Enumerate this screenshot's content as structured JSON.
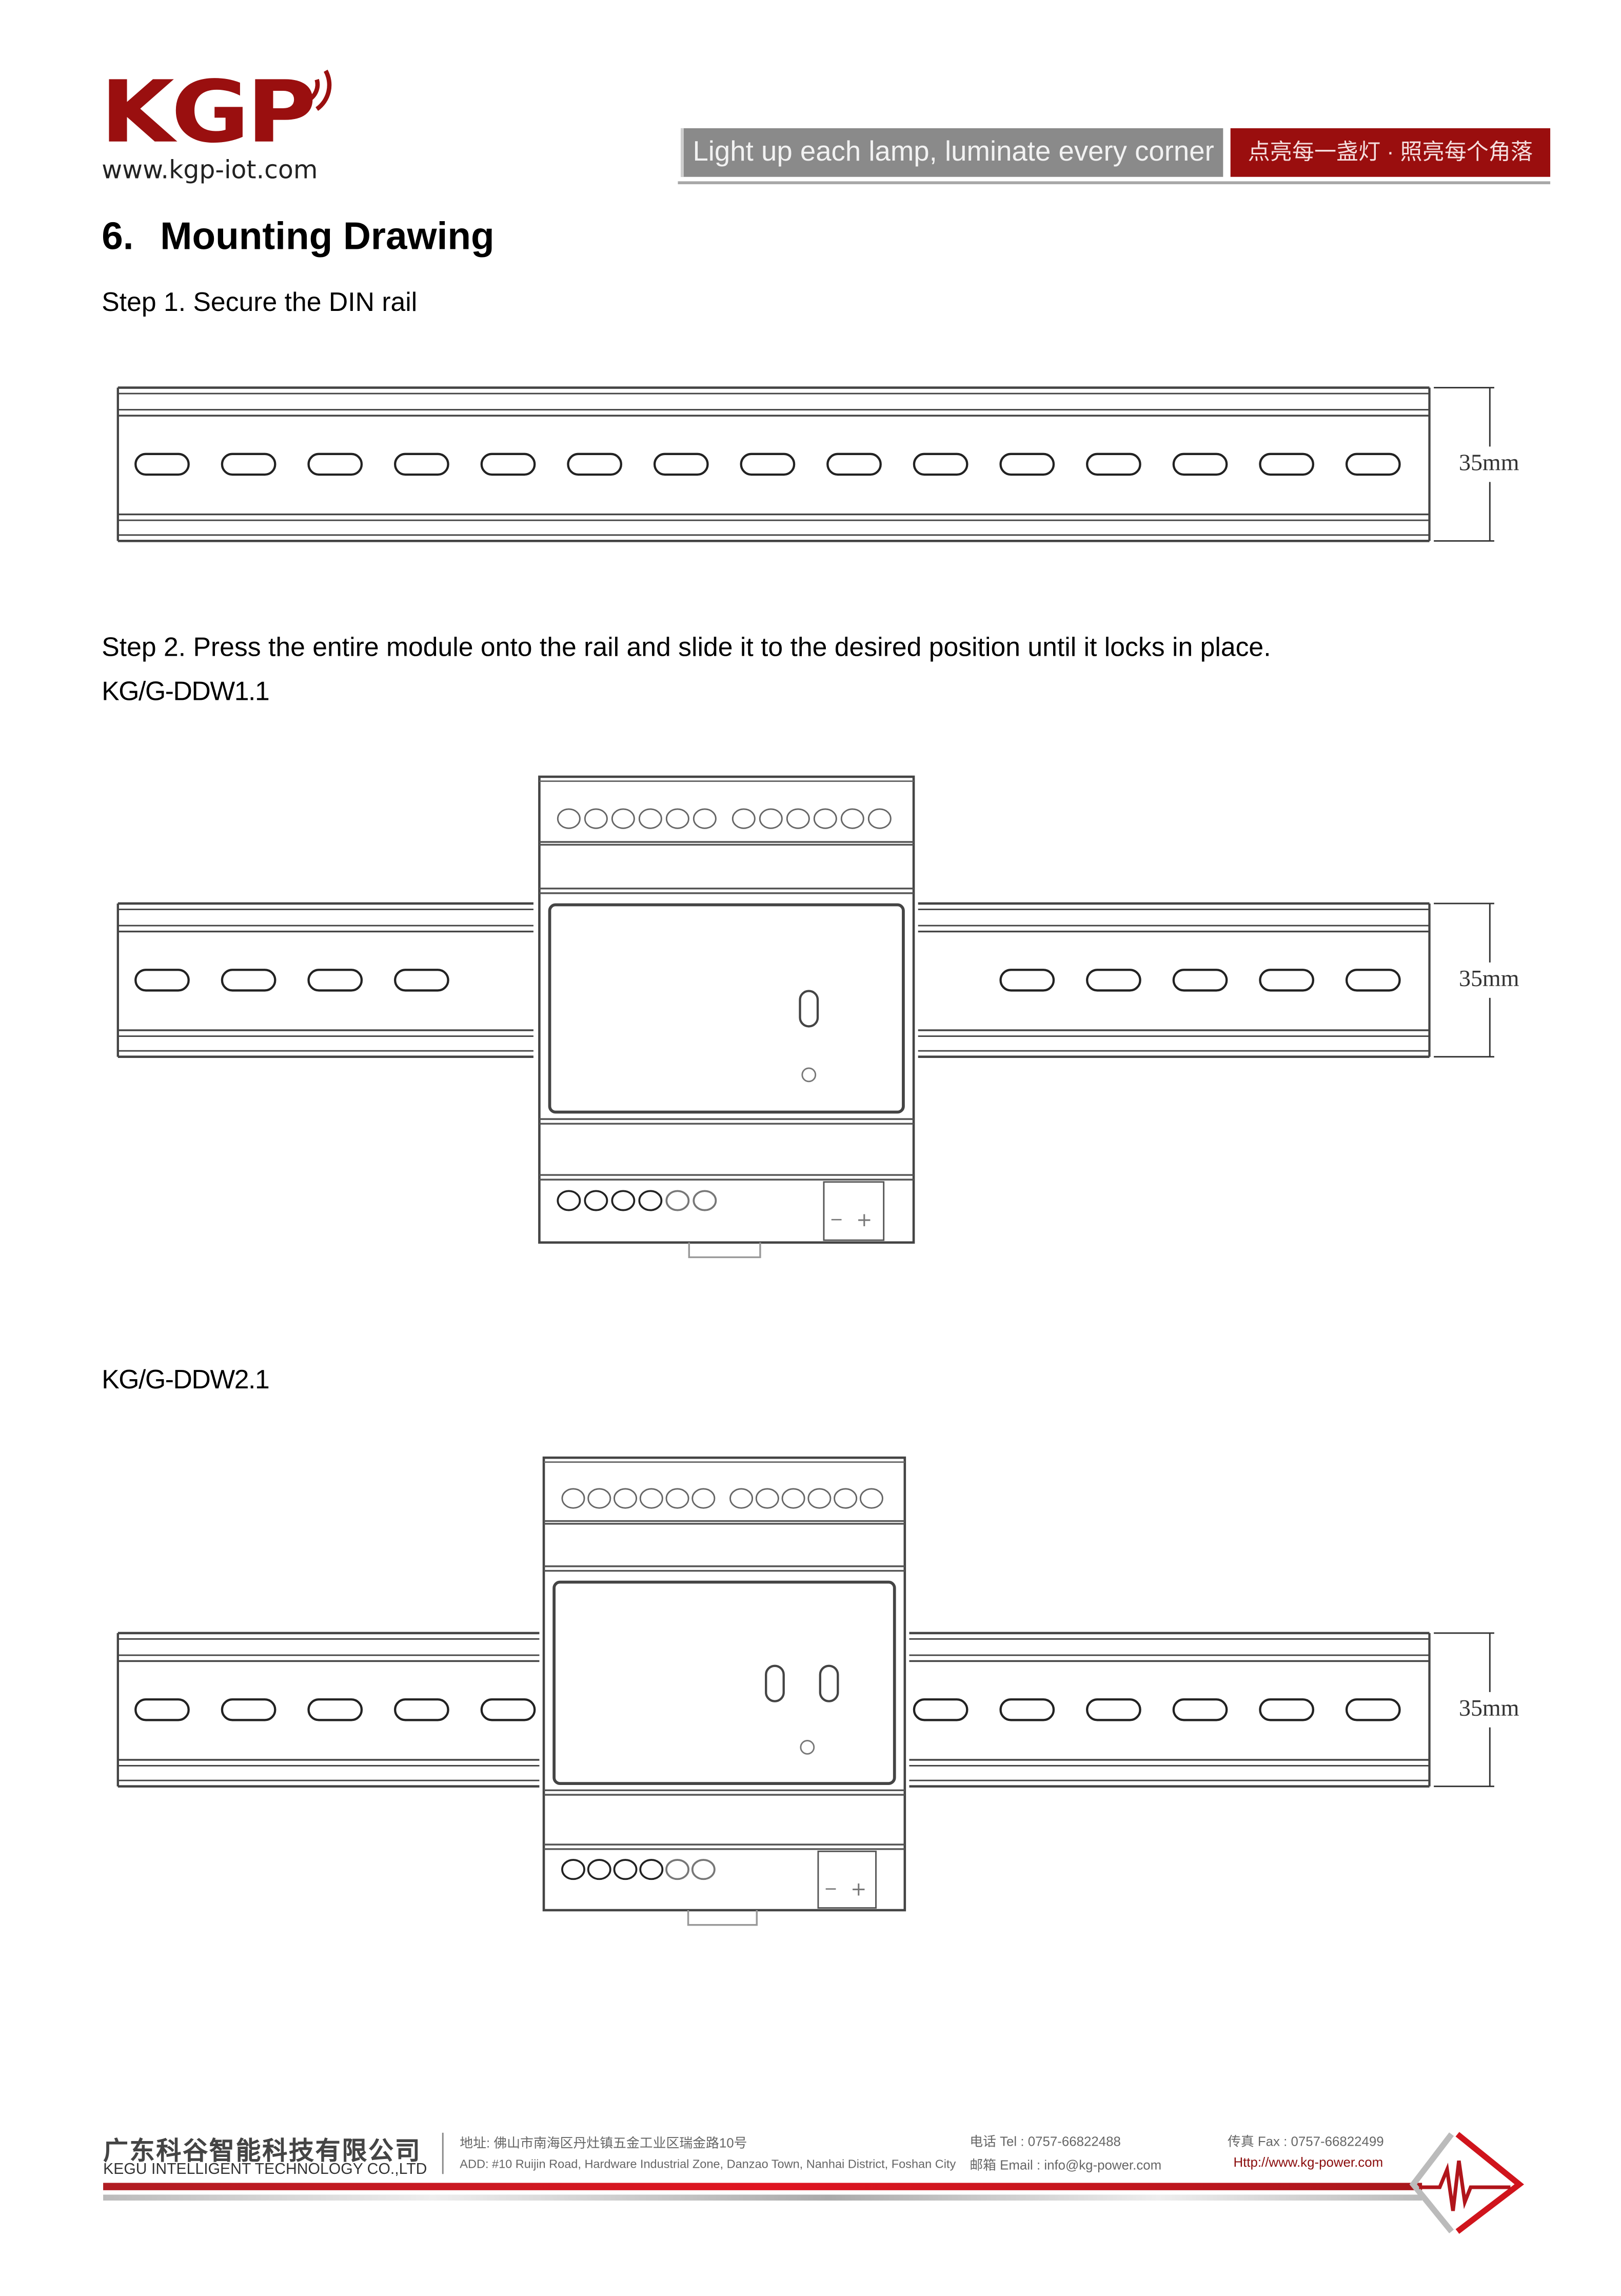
{
  "header": {
    "logo_text": "KGP",
    "logo_url": "www.kgp-iot.com",
    "slogan_en": "Light up each lamp, luminate every corner",
    "slogan_cn": "点亮每一盏灯 · 照亮每个角落",
    "brand_color": "#9a0f0f"
  },
  "section": {
    "number": "6.",
    "title": "Mounting Drawing",
    "step1": "Step 1. Secure the DIN rail",
    "step2": "Step 2. Press the entire module onto the rail and slide it to the desired position until it locks in place.",
    "models": [
      "KG/G-DDW1.1",
      "KG/G-DDW2.1"
    ]
  },
  "drawings": {
    "rail_dimension_label": "35mm"
  },
  "footer": {
    "company_cn": "广东科谷智能科技有限公司",
    "company_en": "KEGU INTELLIGENT TECHNOLOGY CO.,LTD",
    "address_cn": "地址:  佛山市南海区丹灶镇五金工业区瑞金路10号",
    "address_en": "ADD:  #10 Ruijin Road, Hardware Industrial Zone, Danzao Town, Nanhai District, Foshan City",
    "tel": "电话 Tel :  0757-66822488",
    "email": "邮箱 Email :   info@kg-power.com",
    "fax": "传真 Fax :  0757-66822499",
    "website": "Http://www.kg-power.com",
    "accent_color": "#d0141c"
  }
}
